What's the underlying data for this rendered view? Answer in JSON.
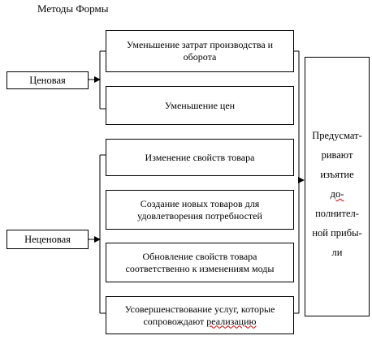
{
  "title": "Методы Формы",
  "price": "Ценовая",
  "nonprice": "Неценовая",
  "boxes": {
    "b1_line1": "Уменьшение затрат производства и",
    "b1_line2": "оборота",
    "b2": "Уменьшение цен",
    "b3": "Изменение свойств товара",
    "b4_line1": "Создание новых товаров для",
    "b4_line2": "удовлетворения потребностей",
    "b5_line1": "Обновление свойств товара",
    "b5_line2": "соответственно к изменениям моды",
    "b6_line1": "Усовершенствование услуг, которые",
    "b6_line2_pre": "сопровождают ",
    "b6_line2_u": "реализацию"
  },
  "side": {
    "l1": "Предусмат-",
    "l2": "ривают",
    "l3_pre": "изъятие ",
    "l3_u": "до-",
    "l4": "полнител-",
    "l5": "ной прибы-",
    "l6": "ли"
  }
}
